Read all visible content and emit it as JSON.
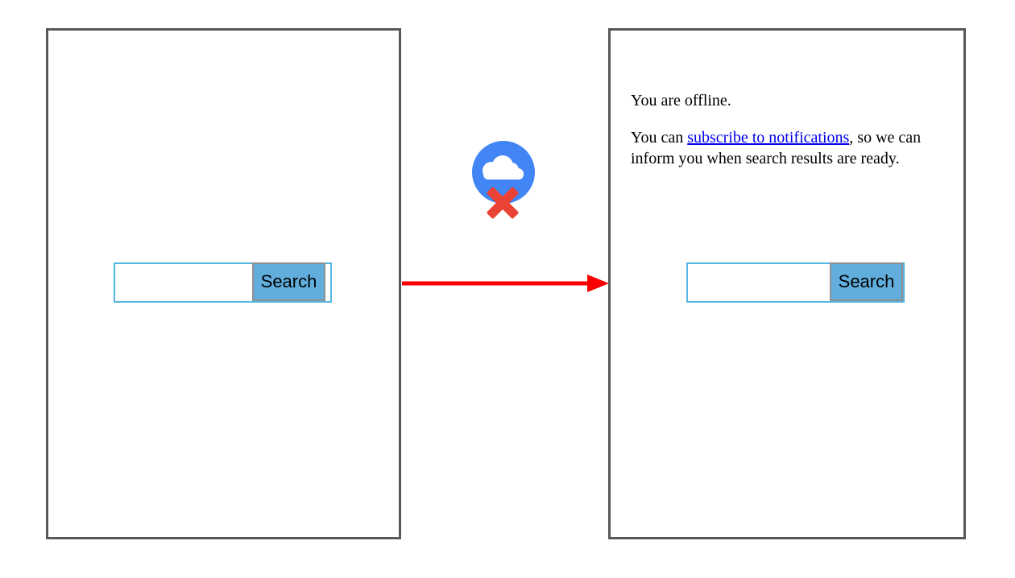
{
  "left_screen": {
    "search_input_value": "",
    "search_button_label": "Search"
  },
  "connector": {
    "offline_icon": "cloud-offline-icon",
    "arrow_direction": "left-to-right"
  },
  "right_screen": {
    "offline_status": "You are offline.",
    "notify_before_link": "You can ",
    "notify_link": "subscribe to notifications",
    "notify_after_link": ", so we can inform you when search results are ready.",
    "search_input_value": "",
    "search_button_label": "Search"
  },
  "colors": {
    "panel_border": "#58585a",
    "input_border": "#55b7e0",
    "button_fill": "#61aedd",
    "button_border": "#8f8f8f",
    "icon_circle_blue": "#4285f4",
    "icon_x_red": "#ea4335",
    "arrow_red": "#fb0000",
    "link_blue": "#0000ee"
  }
}
